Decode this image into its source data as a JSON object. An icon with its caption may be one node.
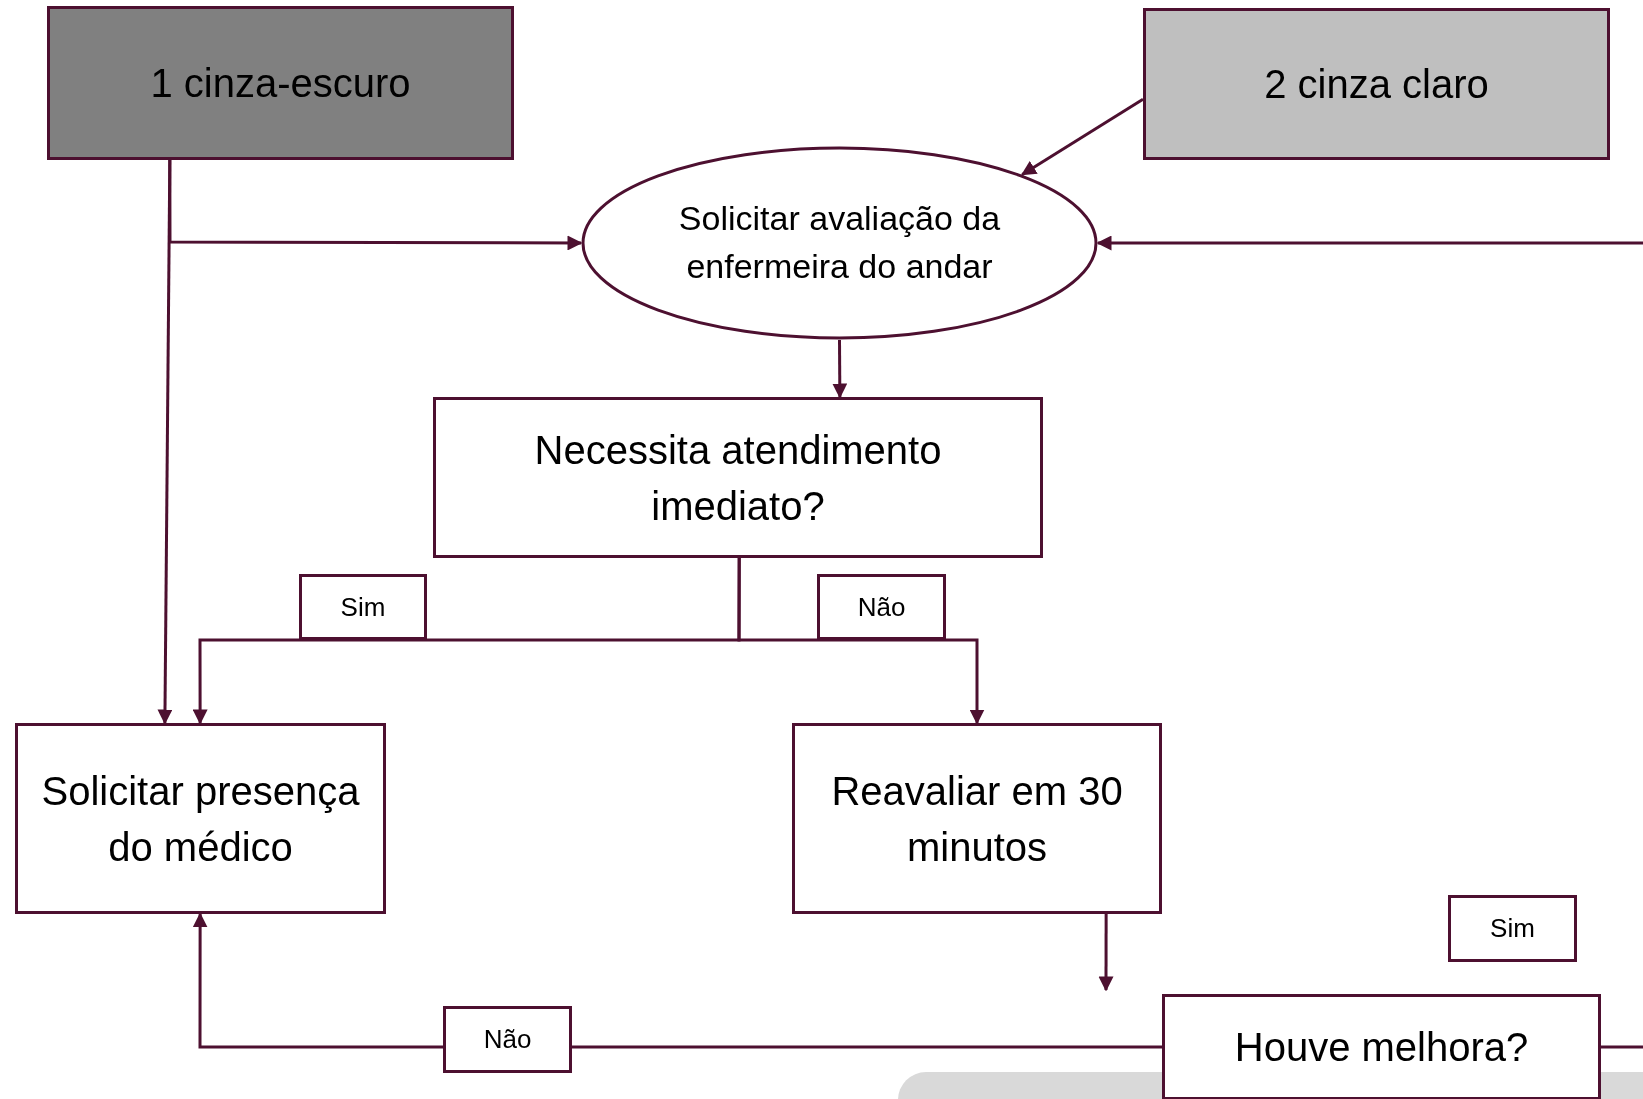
{
  "diagram": {
    "nodes": [
      {
        "text": [
          "1 cinza-escuro"
        ]
      },
      {
        "text": [
          "2 cinza claro"
        ]
      },
      {
        "text": [
          "Solicitar avaliação da enfermeira do andar"
        ]
      },
      {
        "text": [
          "Necessita atendimento imediato?"
        ]
      },
      {
        "text": [
          "Solicitar presença do médico"
        ]
      },
      {
        "text": [
          "Reavaliar em 30 minutos"
        ]
      },
      {
        "text": [
          "Houve melhora?"
        ]
      }
    ],
    "edges": [
      {
        "from": 0,
        "to": 4,
        "arrow": "to"
      },
      {
        "from": 0,
        "to": 2,
        "arrow": "to"
      },
      {
        "from": 1,
        "to": 2,
        "arrow": "to"
      },
      {
        "from": null,
        "to": 2,
        "arrow": "to"
      },
      {
        "from": 2,
        "to": 3,
        "arrow": "to"
      },
      {
        "from": 3,
        "to": 4,
        "arrow": "to",
        "label": "Sim"
      },
      {
        "from": 3,
        "to": 5,
        "arrow": "to",
        "label": "Não"
      },
      {
        "from": 5,
        "to": null,
        "arrow": "to"
      },
      {
        "from": 6,
        "to": 4,
        "arrow": "to",
        "label": "Não"
      },
      {
        "from": 6,
        "to": null,
        "arrow": "none"
      }
    ],
    "labels": [
      "Sim"
    ]
  }
}
